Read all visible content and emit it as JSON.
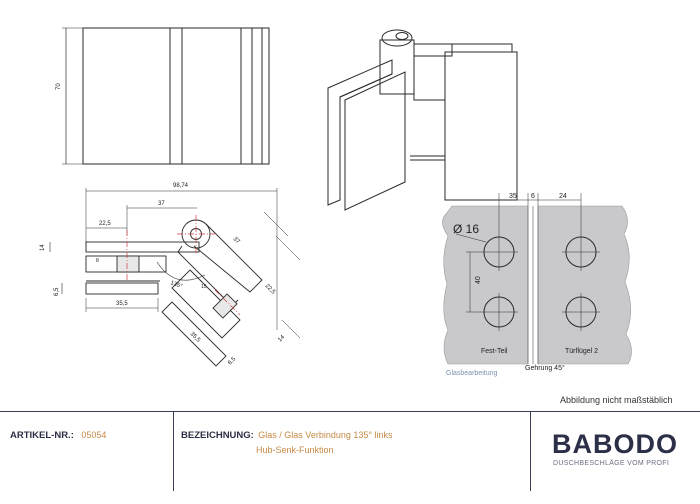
{
  "dims": {
    "height_70": "70",
    "width_98_74": "98,74",
    "d37_top": "37",
    "d22_5": "22,5",
    "d14_left": "14",
    "d6_5_left": "6,5",
    "d35_5": "35,5",
    "angle_135": "135°",
    "d37_diag": "37",
    "d22_5_diag": "22,5",
    "d6_5_diag": "6,5",
    "d35_5_diag": "35,5",
    "d14_diag": "14",
    "d8": "8",
    "d15": "15"
  },
  "glass": {
    "dim_35": "35",
    "dim_6": "6",
    "dim_24": "24",
    "hole_diameter": "Ø 16",
    "dim_40": "40",
    "fixed_label": "Fest-Teil",
    "door_label": "Türflügel 2",
    "processing_label": "Glasbearbeitung",
    "miter_label": "Gehrung 45°"
  },
  "note": "Abbildung nicht maßstäblich",
  "footer": {
    "article_label": "ARTIKEL-NR.:",
    "article_value": "05054",
    "designation_label": "BEZEICHNUNG:",
    "designation_line1": "Glas / Glas Verbindung 135° links",
    "designation_line2": "Hub-Senk-Funktion",
    "brand": "BABODO",
    "brand_sub": "DUSCHBESCHLÄGE VOM PROFI"
  },
  "colors": {
    "line": "#2a2a2a",
    "dim_red": "#d23a3a",
    "glass_gray": "#c9c9cc",
    "accent_gold": "#c58a45",
    "brand_dark": "#2b2f47",
    "processing_blue": "#7a8fb0"
  }
}
